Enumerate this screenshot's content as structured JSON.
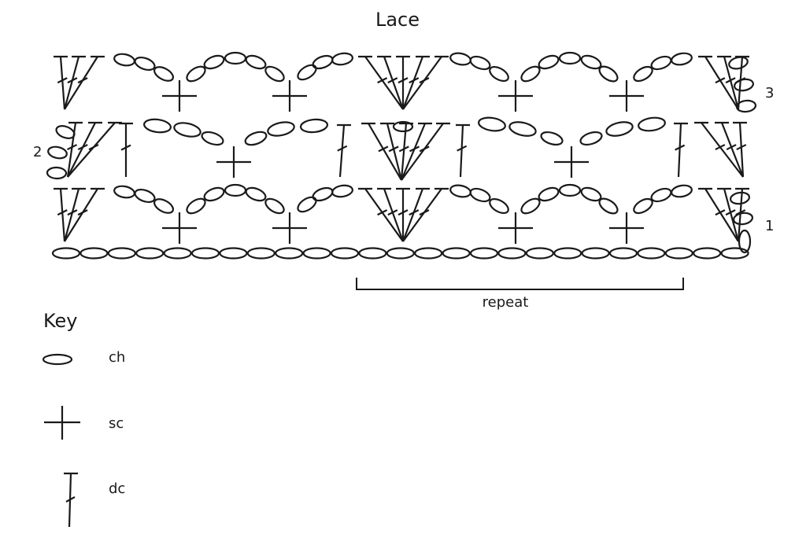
{
  "title": "Lace",
  "repeat_label": "repeat",
  "row_numbers": [
    "1",
    "2",
    "3"
  ],
  "key": {
    "title": "Key",
    "items": [
      {
        "symbol": "ch",
        "label": "ch"
      },
      {
        "symbol": "sc",
        "label": "sc"
      },
      {
        "symbol": "dc",
        "label": "dc"
      }
    ]
  },
  "colors": {
    "ink": "#1a1a1a",
    "background": "#ffffff"
  }
}
